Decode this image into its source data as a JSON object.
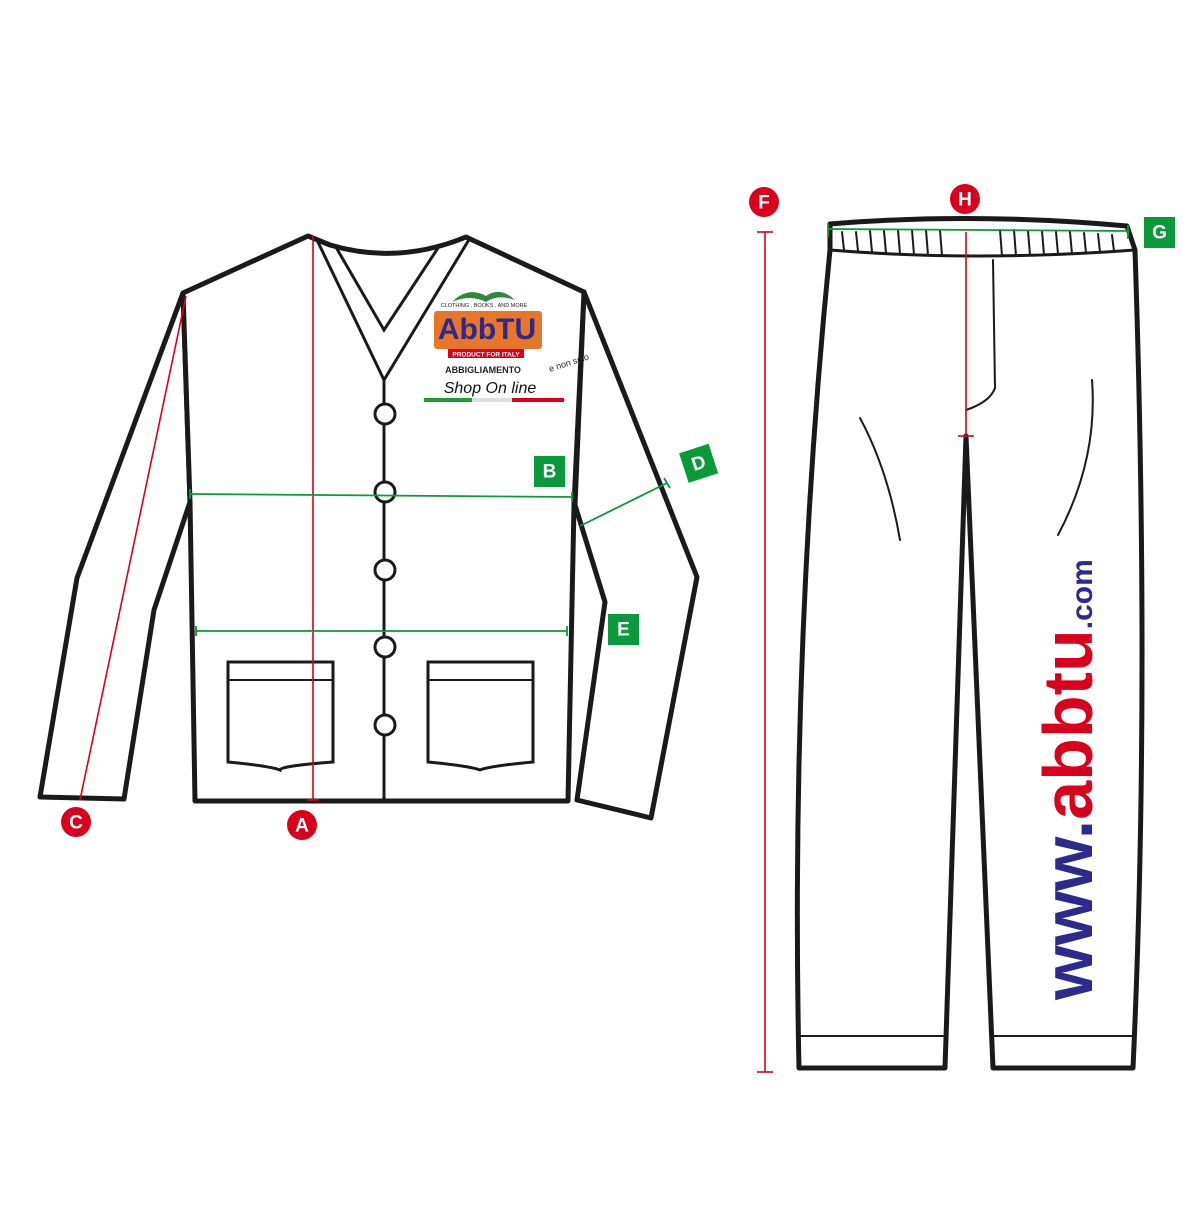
{
  "colors": {
    "red_marker": "#d9001b",
    "green_marker": "#0a9a3a",
    "outline": "#1a1a1a",
    "watermark": "#2c2a8c",
    "watermark_accent": "#d9001b"
  },
  "measurements": {
    "A": "A",
    "B": "B",
    "C": "C",
    "D": "D",
    "E": "E",
    "F": "F",
    "G": "G",
    "H": "H"
  },
  "logo": {
    "top_line": "CLOTHING , BOOKS , AND MORE",
    "brand": "AbbTU",
    "ribbon": "PRODUCT FOR ITALY",
    "sub": "ABBIGLIAMENTO",
    "tagline_right": "e non solo",
    "shop": "Shop On line"
  },
  "watermark": {
    "www": "www.",
    "name": "abbtu",
    "tld": ".com"
  }
}
